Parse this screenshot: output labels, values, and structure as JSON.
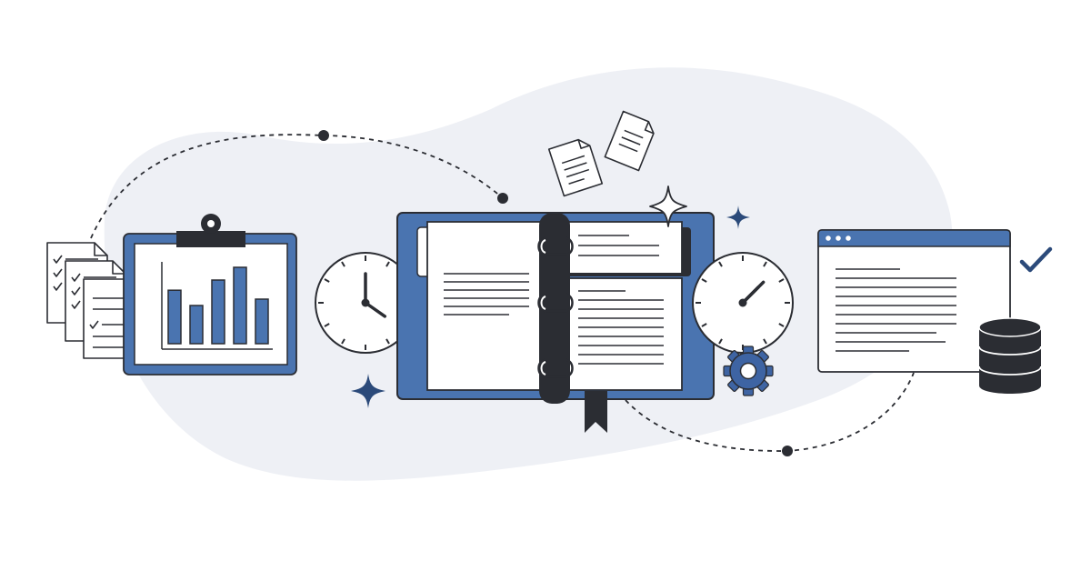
{
  "palette": {
    "background": "#ffffff",
    "blob": "#eef0f5",
    "outline": "#2b2d33",
    "accent_blue": "#4a74b0",
    "paper": "#ffffff"
  },
  "icons": [
    "checklist-documents-icon",
    "clipboard-bar-chart-icon",
    "clock-icon",
    "ring-binder-planner-icon",
    "paper-note-icon",
    "sparkle-icon",
    "gear-icon",
    "browser-window-icon",
    "database-icon",
    "checkmark-icon"
  ],
  "clipboard_chart": {
    "values": [
      0.42,
      0.3,
      0.5,
      0.6,
      0.35
    ]
  },
  "clocks": [
    {
      "hour_hand_deg": 125,
      "minute_hand_deg": 0
    },
    {
      "hour_hand_deg": 45,
      "minute_hand_deg": 45
    }
  ]
}
